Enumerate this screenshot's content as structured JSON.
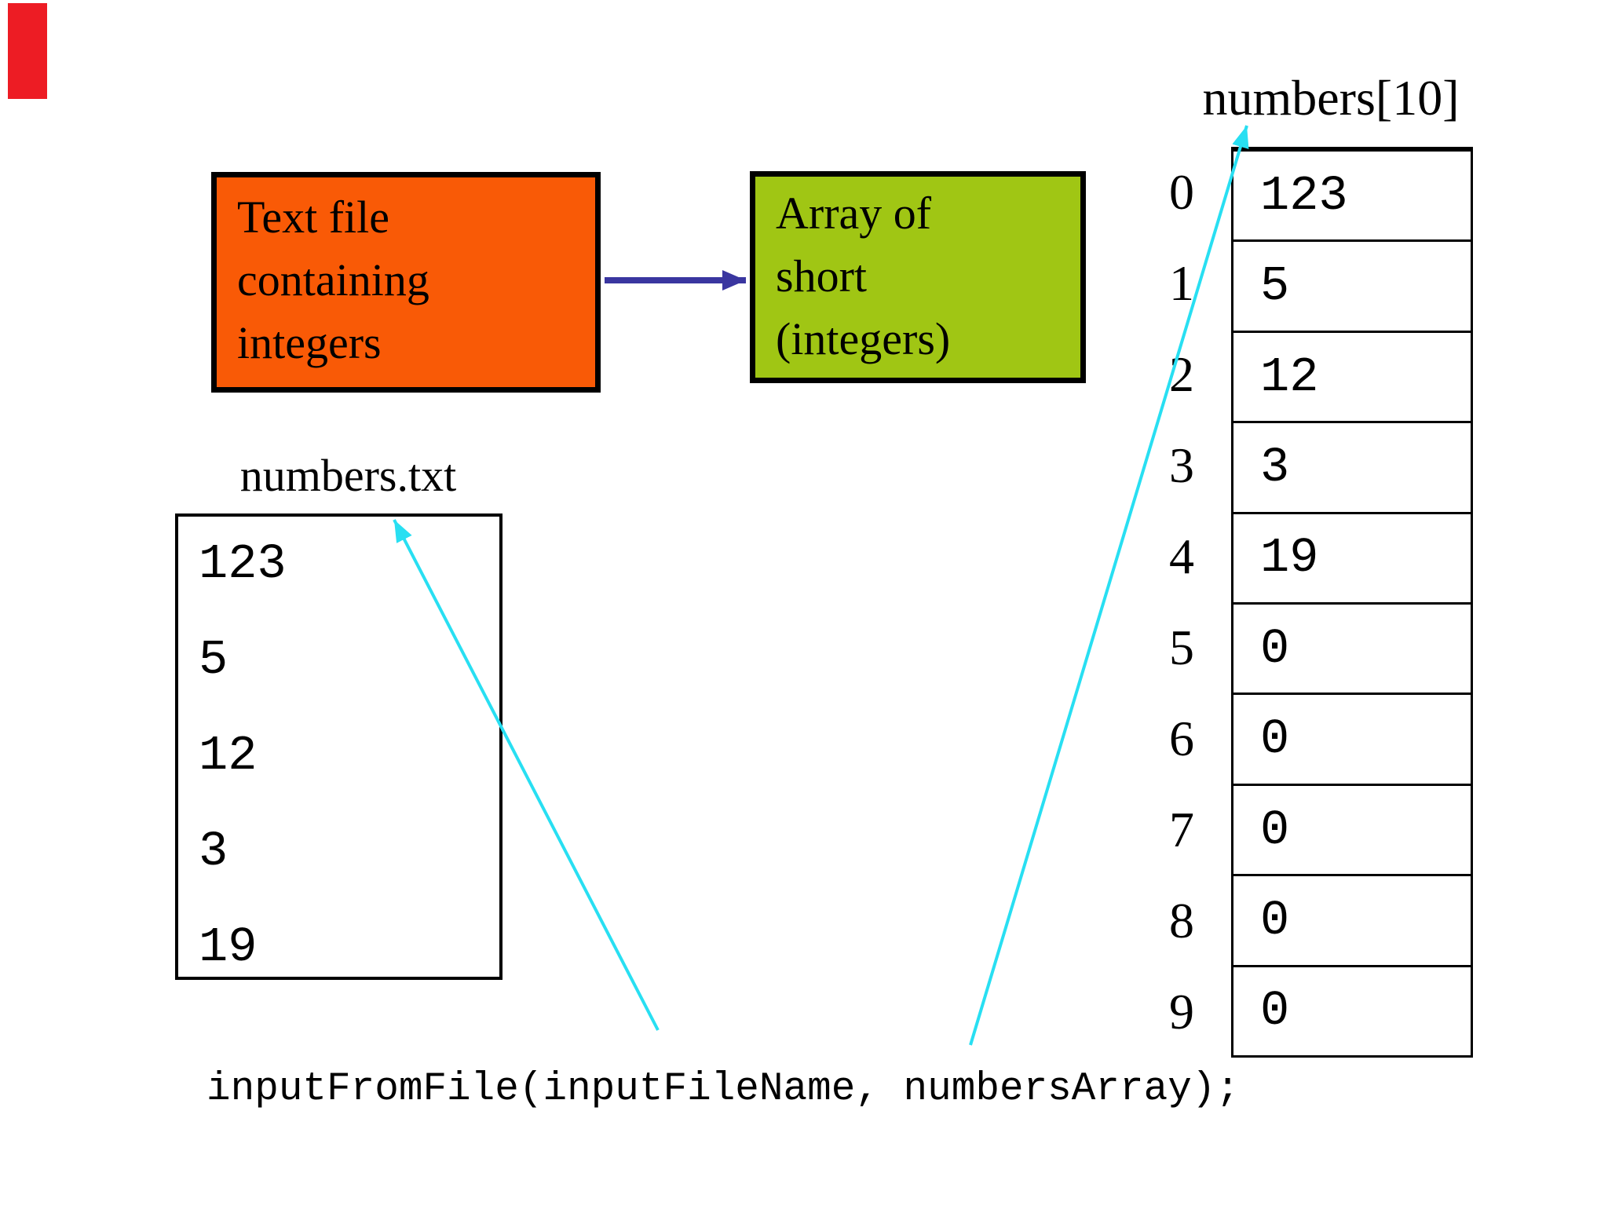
{
  "colors": {
    "background": "#ffffff",
    "red_bar": "#ED1C24",
    "orange_box": "#F95A06",
    "green_box": "#A0C614",
    "blue_arrow": "#3A36A0",
    "cyan_arrow": "#28DFF2",
    "border": "#000000"
  },
  "flow": {
    "source_lines": [
      "Text file",
      "containing",
      "integers"
    ],
    "dest_lines": [
      "Array of",
      "short",
      "(integers)"
    ]
  },
  "file": {
    "title": "numbers.txt",
    "values": [
      "123",
      "5",
      "12",
      "3",
      "19"
    ]
  },
  "array": {
    "title": "numbers[10]",
    "cells": [
      {
        "index": "0",
        "value": "123"
      },
      {
        "index": "1",
        "value": "5"
      },
      {
        "index": "2",
        "value": "12"
      },
      {
        "index": "3",
        "value": "3"
      },
      {
        "index": "4",
        "value": "19"
      },
      {
        "index": "5",
        "value": "0"
      },
      {
        "index": "6",
        "value": "0"
      },
      {
        "index": "7",
        "value": "0"
      },
      {
        "index": "8",
        "value": "0"
      },
      {
        "index": "9",
        "value": "0"
      }
    ]
  },
  "code": {
    "text": "inputFromFile(inputFileName, numbersArray);"
  }
}
